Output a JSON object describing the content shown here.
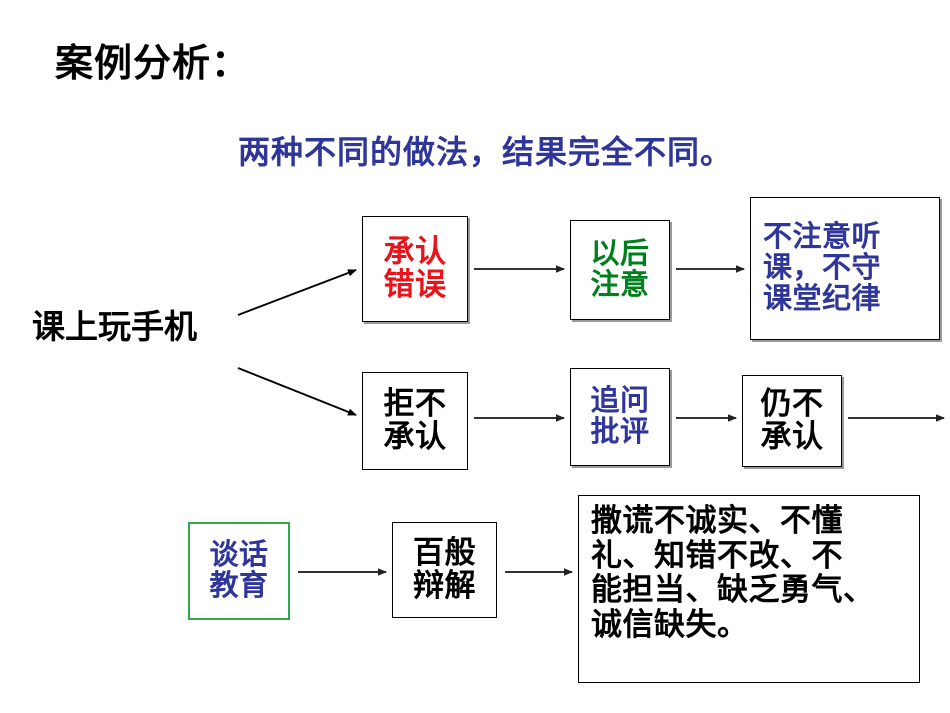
{
  "slide": {
    "title": "案例分析：",
    "subtitle": "两种不同的做法，结果完全不同。",
    "title_color": "#000000",
    "subtitle_color": "#2f3699",
    "background": "#ffffff"
  },
  "diagram": {
    "root": {
      "label": "课上玩手机",
      "color": "#000000"
    },
    "branch_good": {
      "nodes": [
        {
          "name": "admit-mistake",
          "lines": [
            "承认",
            "错误"
          ],
          "text_color": "#e8141c",
          "border_color": "#000000"
        },
        {
          "name": "pay-attention",
          "lines": [
            "以后",
            "注意"
          ],
          "text_color": "#00801c",
          "border_color": "#000000"
        },
        {
          "name": "inattentive-result",
          "lines": [
            "不注意听",
            "课，不守",
            "课堂纪律"
          ],
          "text_color": "#2f3699",
          "border_color": "#000000"
        }
      ]
    },
    "branch_bad": {
      "nodes": [
        {
          "name": "refuse-admit",
          "lines": [
            "拒不",
            "承认"
          ],
          "text_color": "#000000",
          "border_color": "#000000"
        },
        {
          "name": "press-criticize",
          "lines": [
            "追问",
            "批评"
          ],
          "text_color": "#2f3699",
          "border_color": "#000000"
        },
        {
          "name": "still-deny",
          "lines": [
            "仍不",
            "承认"
          ],
          "text_color": "#000000",
          "border_color": "#000000"
        }
      ]
    },
    "branch_continued": {
      "nodes": [
        {
          "name": "talk-education",
          "lines": [
            "谈话",
            "教育"
          ],
          "text_color": "#2f3699",
          "border_color": "#2eaa4e"
        },
        {
          "name": "excuses",
          "lines": [
            "百般",
            "辩解"
          ],
          "text_color": "#000000",
          "border_color": "#000000"
        },
        {
          "name": "consequences",
          "lines": [
            "撒谎不诚实、不懂",
            "礼、知错不改、不",
            "能担当、缺乏勇气、",
            "诚信缺失。"
          ],
          "text_color": "#000000",
          "border_color": "#000000"
        }
      ]
    },
    "connectors": {
      "arrow_color": "#000000",
      "gray_arrow_color": "#555555",
      "count": 8
    }
  }
}
